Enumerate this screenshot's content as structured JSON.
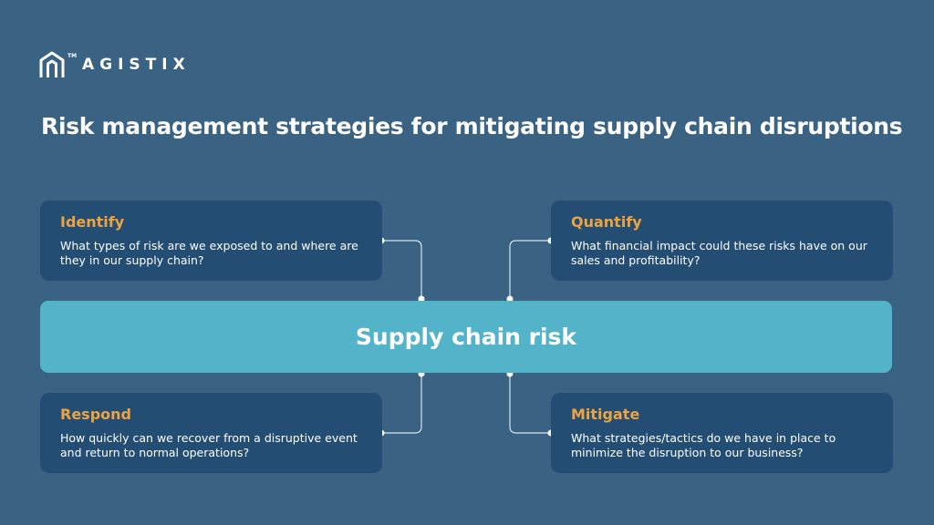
{
  "brand": {
    "name": "AGISTIX",
    "tm": "TM"
  },
  "title": "Risk management strategies for mitigating supply chain disruptions",
  "center": {
    "label": "Supply chain risk"
  },
  "cards": {
    "identify": {
      "heading": "Identify",
      "text": "What types of risk are we exposed to and where are they in our supply chain?"
    },
    "quantify": {
      "heading": "Quantify",
      "text": "What financial impact could these risks have on our sales and profitability?"
    },
    "respond": {
      "heading": "Respond",
      "text": "How quickly can we recover from a disruptive event and return to normal operations?"
    },
    "mitigate": {
      "heading": "Mitigate",
      "text": "What strategies/tactics do we have in place to minimize the disruption to our business?"
    }
  },
  "colors": {
    "background": "#3a6283",
    "card": "#234d73",
    "center_bar": "#52b3c9",
    "heading_accent": "#eda33f",
    "text": "#ffffff"
  }
}
